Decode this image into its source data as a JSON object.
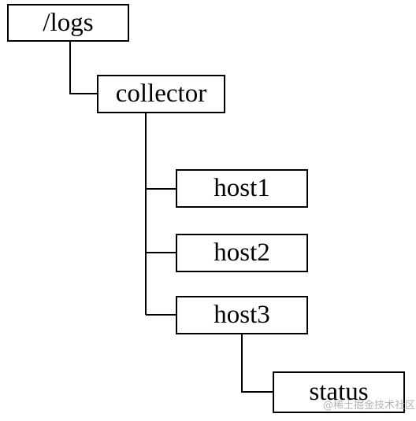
{
  "nodes": {
    "logs": "/logs",
    "collector": "collector",
    "host1": "host1",
    "host2": "host2",
    "host3": "host3",
    "status": "status"
  },
  "watermark": "@稀土掘金技术社区",
  "colors": {
    "line": "#000000",
    "border": "#000000",
    "background": "#ffffff",
    "watermark": "#b5b5b5"
  }
}
